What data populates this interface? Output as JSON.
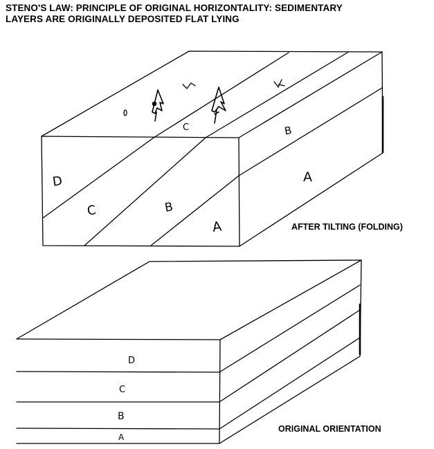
{
  "title_line1": "STENO'S LAW: PRINCIPLE OF ORIGINAL HORIZONTALITY:  SEDIMENTARY",
  "title_line2": "LAYERS ARE ORIGINALLY DEPOSITED FLAT LYING",
  "tilted": {
    "caption": "AFTER TILTING (FOLDING)",
    "front_labels": [
      "D",
      "C",
      "B",
      "A"
    ],
    "side_labels": [
      "B",
      "A"
    ],
    "top_labels": [
      "D",
      "C"
    ]
  },
  "original": {
    "caption": "ORIGINAL ORIENTATION",
    "layer_labels": [
      "D",
      "C",
      "B",
      "A"
    ]
  }
}
